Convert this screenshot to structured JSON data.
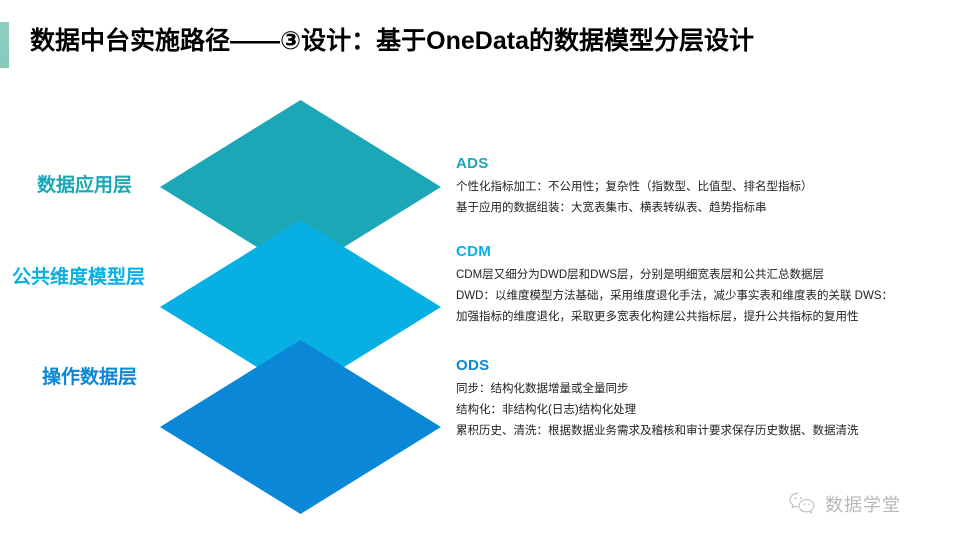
{
  "header": {
    "title": "数据中台实施路径——③设计：基于OneData的数据模型分层设计",
    "accent_color": "#86c9bb"
  },
  "layers": [
    {
      "id": "ads",
      "label": "数据应用层",
      "code": "ADS",
      "color": "#1ba7b5",
      "lines": [
        "个性化指标加工：不公用性；复杂性（指数型、比值型、排名型指标）",
        "基于应用的数据组装：大宽表集市、横表转纵表、趋势指标串"
      ]
    },
    {
      "id": "cdm",
      "label": "公共维度模型层",
      "code": "CDM",
      "color": "#07afe3",
      "lines": [
        "CDM层又细分为DWD层和DWS层，分别是明细宽表层和公共汇总数据层",
        "DWD：以维度模型方法基础，采用维度退化手法，减少事实表和维度表的关联  DWS：",
        "加强指标的维度退化，采取更多宽表化构建公共指标层，提升公共指标的复用性"
      ]
    },
    {
      "id": "ods",
      "label": "操作数据层",
      "code": "ODS",
      "color": "#0b87d8",
      "lines": [
        "同步：结构化数据增量或全量同步",
        "结构化：非结构化(日志)结构化处理",
        "累积历史、清洗：根据数据业务需求及稽核和审计要求保存历史数据、数据清洗"
      ]
    }
  ],
  "watermark": {
    "icon": "wechat-icon",
    "text": "数据学堂"
  }
}
